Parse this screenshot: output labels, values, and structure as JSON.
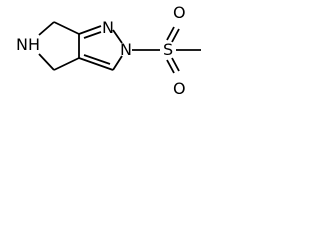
{
  "molecule": {
    "atoms": {
      "nh": "NH",
      "n1": "N",
      "n2": "N",
      "s": "S",
      "o_top": "O",
      "o_bottom": "O"
    }
  }
}
